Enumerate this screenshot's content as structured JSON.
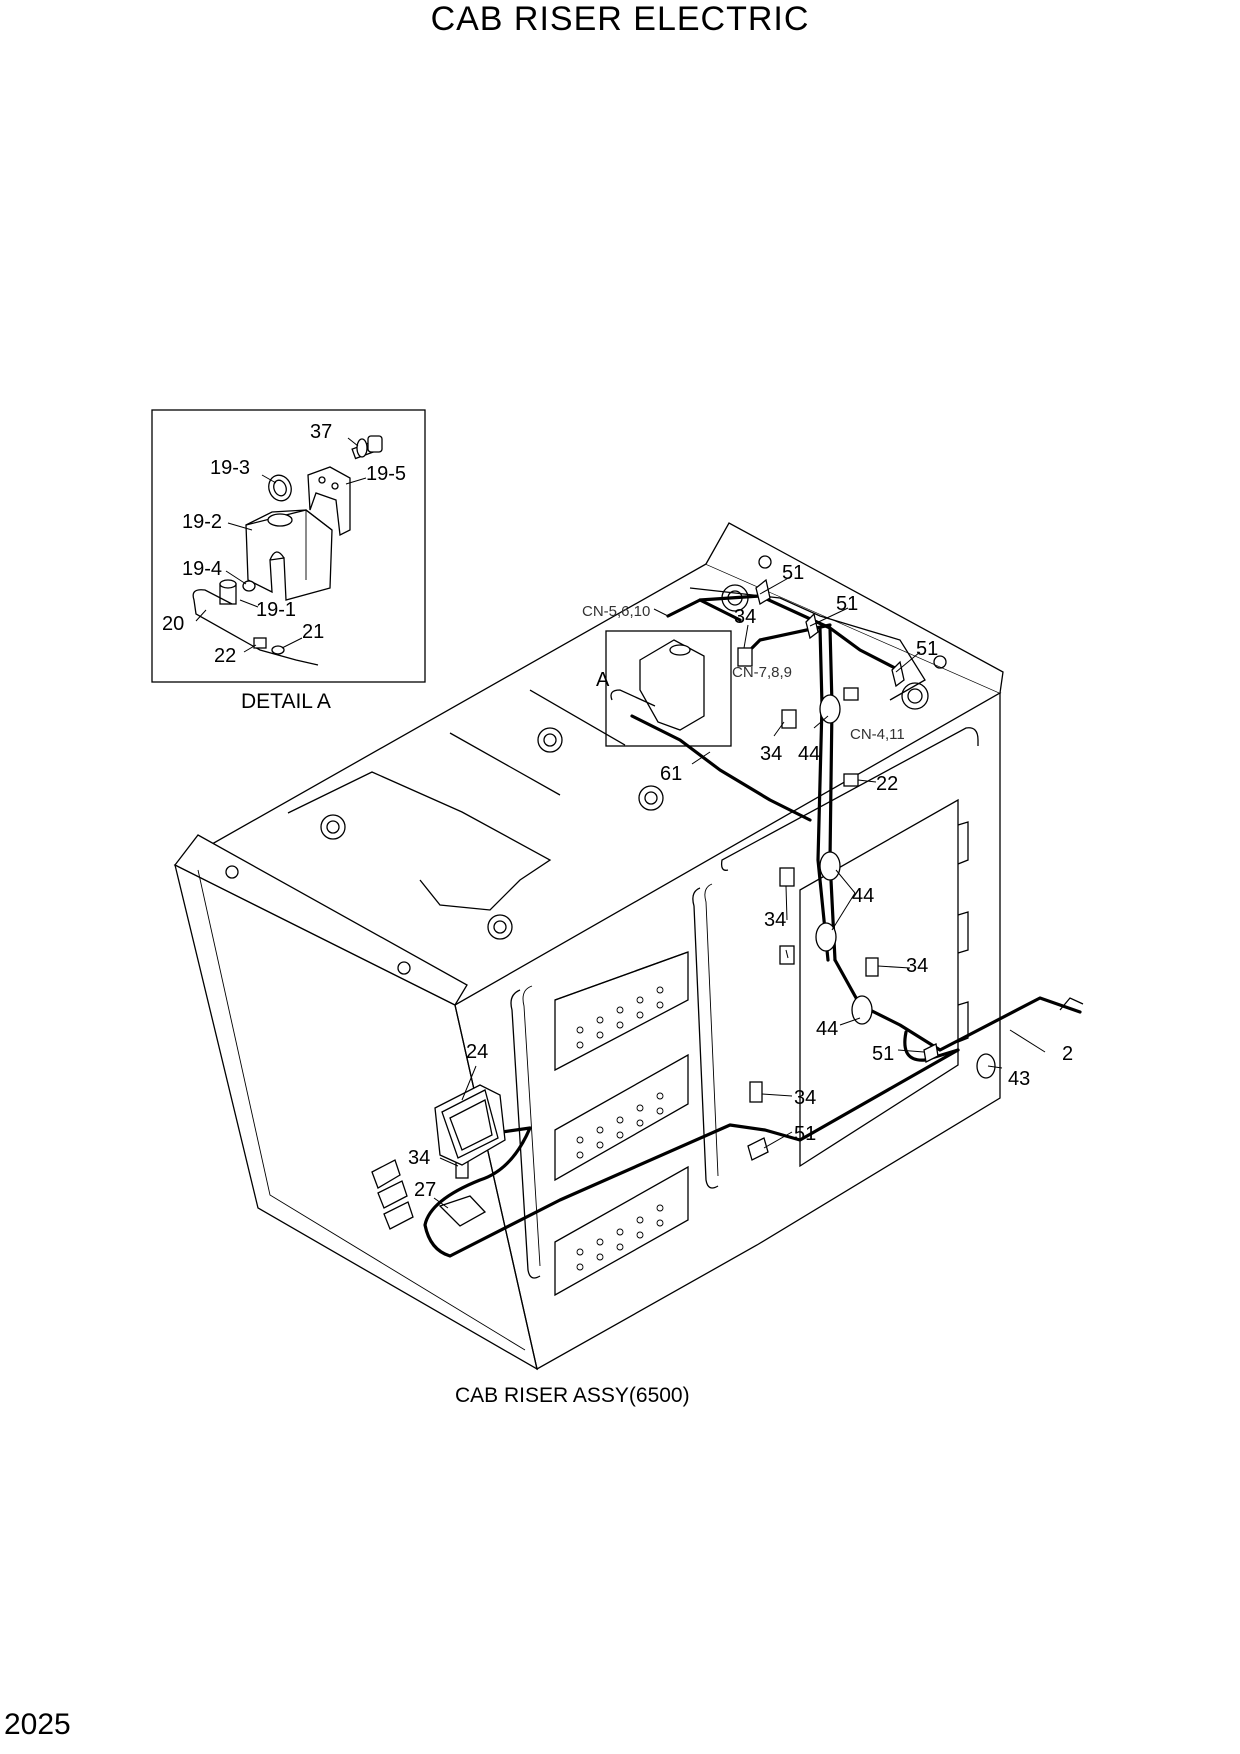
{
  "title": "CAB RISER ELECTRIC",
  "page_number": "2025",
  "captions": {
    "detail": "DETAIL A",
    "assembly": "CAB RISER ASSY(6500)"
  },
  "detail_labels": {
    "p37": "37",
    "p19_3": "19-3",
    "p19_5": "19-5",
    "p19_2": "19-2",
    "p19_4": "19-4",
    "p19_1": "19-1",
    "p20": "20",
    "p21": "21",
    "p22": "22"
  },
  "main_labels": {
    "cn_5_6_10": "CN-5,6,10",
    "cn_7_8_9": "CN-7,8,9",
    "cn_4_11": "CN-4,11",
    "detail_ref_a": "A",
    "p51_a": "51",
    "p51_b": "51",
    "p51_c": "51",
    "p34_a": "34",
    "p34_b": "34",
    "p44_a": "44",
    "p61": "61",
    "p22": "22",
    "p44_b": "44",
    "p34_c": "34",
    "p34_d": "34",
    "p44_c": "44",
    "p51_d": "51",
    "p2": "2",
    "p43": "43",
    "p24": "24",
    "p34_e": "34",
    "p51_e": "51",
    "p34_f": "34",
    "p27": "27"
  }
}
